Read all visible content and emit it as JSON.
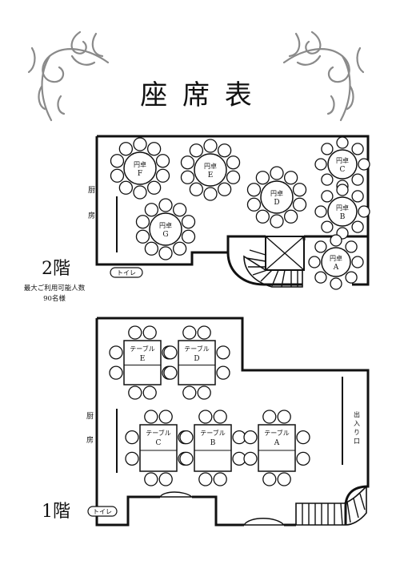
{
  "title": "座 席 表",
  "floor2": {
    "label": "2階",
    "capacity": "最大ご利用可能人数",
    "capacity_count": "90名様",
    "kitchen": "厨房",
    "toilet": "トイレ",
    "tables": [
      {
        "name": "円卓",
        "id": "F"
      },
      {
        "name": "円卓",
        "id": "E"
      },
      {
        "name": "円卓",
        "id": "D"
      },
      {
        "name": "円卓",
        "id": "C"
      },
      {
        "name": "円卓",
        "id": "B"
      },
      {
        "name": "円卓",
        "id": "A"
      },
      {
        "name": "円卓",
        "id": "G"
      }
    ]
  },
  "floor1": {
    "label": "1階",
    "kitchen": "厨房",
    "toilet": "トイレ",
    "entrance": "出入り口",
    "tables": [
      {
        "name": "テーブル",
        "id": "E"
      },
      {
        "name": "テーブル",
        "id": "D"
      },
      {
        "name": "テーブル",
        "id": "C"
      },
      {
        "name": "テーブル",
        "id": "B"
      },
      {
        "name": "テーブル",
        "id": "A"
      }
    ]
  },
  "colors": {
    "ink": "#111111",
    "ornament": "#8a8a8a",
    "paper": "#ffffff"
  }
}
